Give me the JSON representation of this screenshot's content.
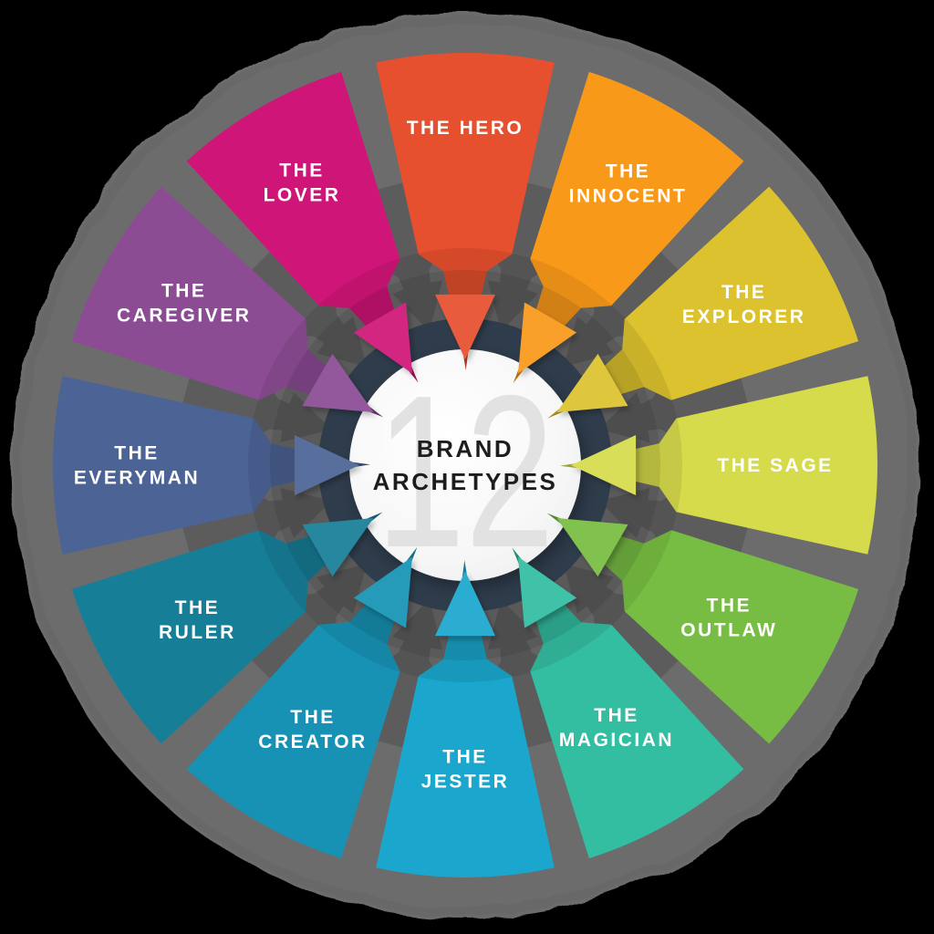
{
  "center": {
    "number": "12",
    "line1": "BRAND",
    "line2": "ARCHETYPES"
  },
  "segments": [
    {
      "id": "the-hero",
      "label": "THE HERO",
      "lines": [
        "THE HERO"
      ],
      "color": "#E6502E"
    },
    {
      "id": "the-innocent",
      "label": "THE INNOCENT",
      "lines": [
        "THE",
        "INNOCENT"
      ],
      "color": "#F9991A"
    },
    {
      "id": "the-explorer",
      "label": "THE EXPLORER",
      "lines": [
        "THE",
        "EXPLORER"
      ],
      "color": "#DBC22E"
    },
    {
      "id": "the-sage",
      "label": "THE SAGE",
      "lines": [
        "THE SAGE"
      ],
      "color": "#D6DB4B"
    },
    {
      "id": "the-outlaw",
      "label": "THE OUTLAW",
      "lines": [
        "THE",
        "OUTLAW"
      ],
      "color": "#78BD43"
    },
    {
      "id": "the-magician",
      "label": "THE MAGICIAN",
      "lines": [
        "THE",
        "MAGICIAN"
      ],
      "color": "#33BDA1"
    },
    {
      "id": "the-jester",
      "label": "THE JESTER",
      "lines": [
        "THE",
        "JESTER"
      ],
      "color": "#1BA7CD"
    },
    {
      "id": "the-creator",
      "label": "THE CREATOR",
      "lines": [
        "THE",
        "CREATOR"
      ],
      "color": "#1792B4"
    },
    {
      "id": "the-ruler",
      "label": "THE RULER",
      "lines": [
        "THE",
        "RULER"
      ],
      "color": "#177E97"
    },
    {
      "id": "the-everyman",
      "label": "THE EVERYMAN",
      "lines": [
        "THE",
        "EVERYMAN"
      ],
      "color": "#4C6395"
    },
    {
      "id": "the-caregiver",
      "label": "THE CAREGIVER",
      "lines": [
        "THE",
        "CAREGIVER"
      ],
      "color": "#8B4C94"
    },
    {
      "id": "the-lover",
      "label": "THE LOVER",
      "lines": [
        "THE",
        "LOVER"
      ],
      "color": "#D01578"
    }
  ],
  "colors": {
    "background": "#000000",
    "disc": "#6C6C6C",
    "ghost_arrow": "#5C5C5C",
    "inner_ring": "#2E3C4B",
    "center_circle": "#F7F7F7",
    "number": "#E2E2E2",
    "center_text": "#1D1D1D",
    "label_text": "#FFFFFF"
  }
}
